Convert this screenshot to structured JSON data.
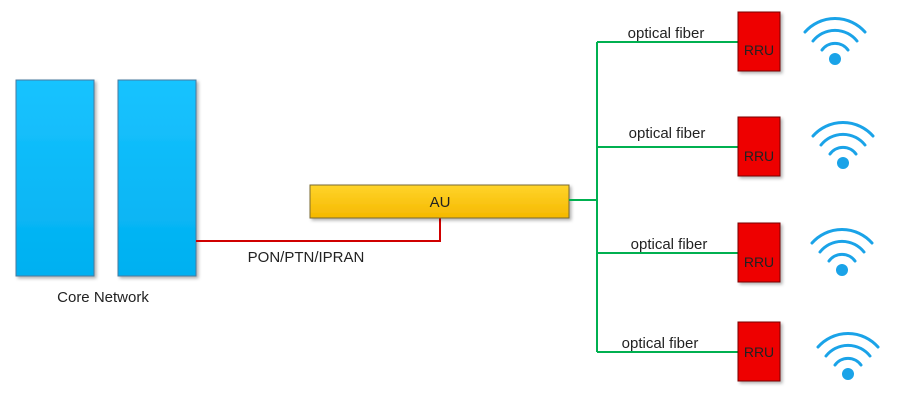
{
  "core_network": {
    "label": "Core Network",
    "fill": "#00b0f0",
    "fill_light": "#19c3ff",
    "stroke": "#4a7aa0"
  },
  "au": {
    "label": "AU",
    "fill": "#f5b800",
    "fill_light": "#ffd42a",
    "stroke": "#7a6a30"
  },
  "backhaul": {
    "label": "PON/PTN/IPRAN",
    "color": "#d00000"
  },
  "fronthaul": {
    "color": "#00b050"
  },
  "branches": [
    {
      "link_label": "optical fiber",
      "rru_label": "RRU"
    },
    {
      "link_label": "optical fiber",
      "rru_label": "RRU"
    },
    {
      "link_label": "optical fiber",
      "rru_label": "RRU"
    },
    {
      "link_label": "optical fiber",
      "rru_label": "RRU"
    }
  ],
  "rru_style": {
    "fill": "#ee0000",
    "stroke": "#7a0000",
    "text_color": "#222222"
  },
  "wifi_icon": {
    "name": "wifi-icon",
    "color": "#1aa3e8"
  }
}
